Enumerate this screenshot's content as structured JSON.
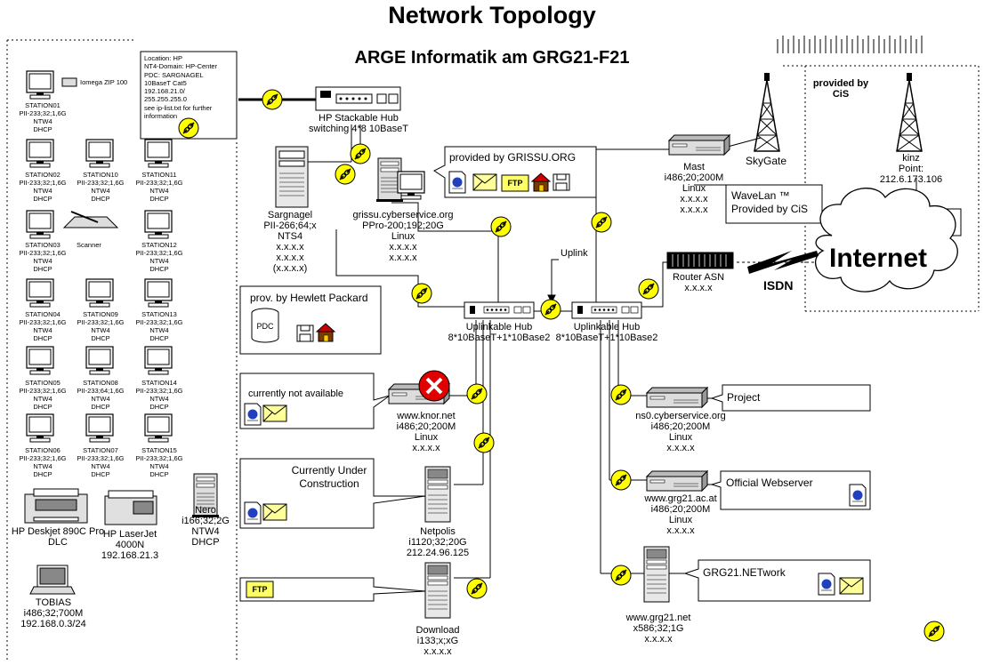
{
  "title": "Network Topology",
  "subtitle": "ARGE Informatik am GRG21-F21",
  "info_box": [
    "Location: HP",
    "NT4-Domain: HP-Center",
    "PDC: SARGNAGEL",
    "10BaseT Cat5",
    "192.168.21.0/",
    "255.255.255.0",
    "see ip-list.txt for further",
    "information"
  ],
  "stations": {
    "s1": {
      "name": "STATION01",
      "spec": "PII-233;32;1,6G",
      "os": "NTW4",
      "ip": "DHCP"
    },
    "s2": {
      "name": "STATION02",
      "spec": "PII-233;32;1,6G",
      "os": "NTW4",
      "ip": "DHCP"
    },
    "s3": {
      "name": "STATION03",
      "spec": "PII-233;32;1,6G",
      "os": "NTW4",
      "ip": "DHCP"
    },
    "s4": {
      "name": "STATION04",
      "spec": "PII-233;32;1,6G",
      "os": "NTW4",
      "ip": "DHCP"
    },
    "s5": {
      "name": "STATION05",
      "spec": "PII-233;32;1,6G",
      "os": "NTW4",
      "ip": "DHCP"
    },
    "s6": {
      "name": "STATION06",
      "spec": "PII-233;32;1,6G",
      "os": "NTW4",
      "ip": "DHCP"
    },
    "s7": {
      "name": "STATION07",
      "spec": "PII-233;32;1,6G",
      "os": "NTW4",
      "ip": "DHCP"
    },
    "s8": {
      "name": "STATION08",
      "spec": "PII-233;64;1,6G",
      "os": "NTW4",
      "ip": "DHCP"
    },
    "s9": {
      "name": "STATION09",
      "spec": "PII-233;32;1,6G",
      "os": "NTW4",
      "ip": "DHCP"
    },
    "s10": {
      "name": "STATION10",
      "spec": "PII-233;32;1,6G",
      "os": "NTW4",
      "ip": "DHCP"
    },
    "s11": {
      "name": "STATION11",
      "spec": "PII-233;32;1,6G",
      "os": "NTW4",
      "ip": "DHCP"
    },
    "s12": {
      "name": "STATION12",
      "spec": "PII-233;32;1,6G",
      "os": "NTW4",
      "ip": "DHCP"
    },
    "s13": {
      "name": "STATION13",
      "spec": "PII-233;32;1,6G",
      "os": "NTW4",
      "ip": "DHCP"
    },
    "s14": {
      "name": "STATION14",
      "spec": "PII-233;32;1,6G",
      "os": "NTW4",
      "ip": "DHCP"
    },
    "s15": {
      "name": "STATION15",
      "spec": "PII-233;32;1,6G",
      "os": "NTW4",
      "ip": "DHCP"
    }
  },
  "zip": "Iomega ZIP 100",
  "scanner": "Scanner",
  "printers": {
    "deskjet": [
      "HP Deskjet 890C Pro",
      "DLC"
    ],
    "laserjet": [
      "HP LaserJet",
      "4000N",
      "192.168.21.3"
    ]
  },
  "nero": [
    "Nero",
    "i166;32;2G",
    "NTW4",
    "DHCP"
  ],
  "tobias": [
    "TOBIAS",
    "i486;32;700M",
    "192.168.0.3/24"
  ],
  "stack_hub": [
    "HP Stackable Hub",
    "switching 4*8 10BaseT"
  ],
  "sargnagel": [
    "Sargnagel",
    "PII-266;64;x",
    "NTS4",
    "x.x.x.x",
    "x.x.x.x",
    "(x.x.x.x)"
  ],
  "grissu": [
    "grissu.cyberservice.org",
    "PPro-200;192;20G",
    "Linux",
    "x.x.x.x",
    "x.x.x.x"
  ],
  "grissu_box": "provided by GRISSU.ORG",
  "hp_box": "prov. by Hewlett Packard",
  "pdc": "PDC",
  "uplink": "Uplink",
  "hub1": [
    "Uplinkable Hub",
    "8*10BaseT+1*10Base2"
  ],
  "hub2": [
    "Uplinkable Hub",
    "8*10BaseT+1*10Base2"
  ],
  "mast": [
    "Mast",
    "i486;20;200M",
    "Linux",
    "x.x.x.x",
    "x.x.x.x"
  ],
  "skygate": "SkyGate",
  "cis_top": [
    "provided by",
    "CiS"
  ],
  "kinz": [
    "kinz",
    "Point:",
    "212.6.173.106"
  ],
  "wavelan": [
    "WaveLan ™",
    "Provided by CiS"
  ],
  "internet": "Internet",
  "isdn": "ISDN",
  "router": [
    "Router ASN",
    "x.x.x.x"
  ],
  "knor_box": "currently not available",
  "knor": [
    "www.knor.net",
    "i486;20;200M",
    "Linux",
    "x.x.x.x"
  ],
  "constr_box": [
    "Currently Under",
    "Construction"
  ],
  "netpolis": [
    "Netpolis",
    "i1120;32;20G",
    "212.24.96.125"
  ],
  "download": [
    "Download",
    "i133;x;xG",
    "x.x.x.x"
  ],
  "ns0": [
    "ns0.cyberservice.org",
    "i486;20;200M",
    "Linux",
    "x.x.x.x"
  ],
  "project_box": "Project",
  "grg21ac": [
    "www.grg21.ac.at",
    "i486;20;200M",
    "Linux",
    "x.x.x.x"
  ],
  "official_box": "Official Webserver",
  "grg21net": [
    "www.grg21.net",
    "x586;32;1G",
    "x.x.x.x"
  ],
  "grgnet_box": "GRG21.NETwork",
  "ftp": "FTP",
  "colors": {
    "connector": "#ffff00",
    "error": "#e00000",
    "house_roof": "#cc0000",
    "house": "#7a3a00",
    "envelope": "#ffff99",
    "doc": "#2040c0"
  }
}
